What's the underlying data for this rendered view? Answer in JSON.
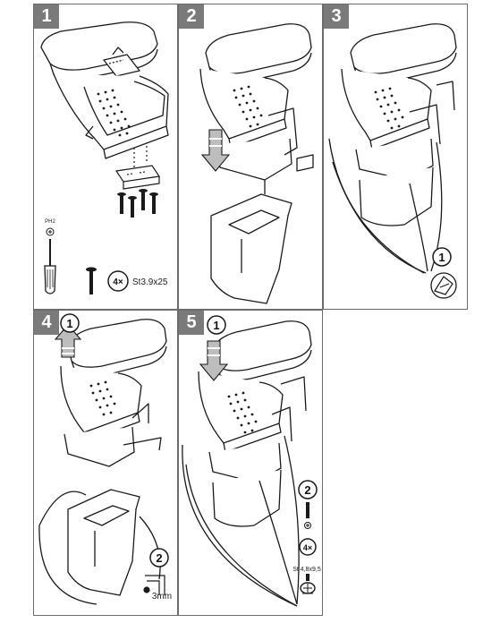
{
  "steps": [
    {
      "number": "1"
    },
    {
      "number": "2"
    },
    {
      "number": "3"
    },
    {
      "number": "4"
    },
    {
      "number": "5"
    }
  ],
  "step1": {
    "tool_tip": "PH2",
    "screw_qty": "4×",
    "screw_spec": "St3.9x25"
  },
  "step3": {
    "callout": "1"
  },
  "step4": {
    "callout_top": "1",
    "callout_bottom": "2",
    "dimension": "3mm"
  },
  "step5": {
    "callout_top": "1",
    "callout_side": "2",
    "screw_qty": "4×",
    "screw_spec": "St 4,8x9,5"
  },
  "colors": {
    "badge": "#7a7a7a",
    "border": "#6b6b6b",
    "line": "#1a1a1a"
  }
}
